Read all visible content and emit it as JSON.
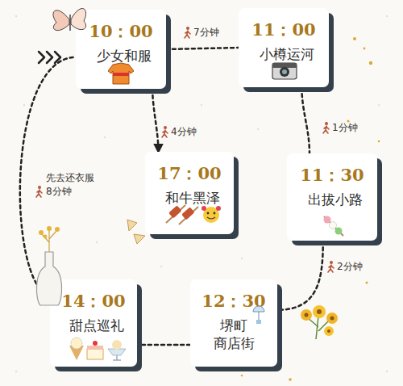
{
  "diagram": {
    "nodes": [
      {
        "text": [
          "10：00",
          "少女和服"
        ]
      },
      {
        "text": [
          "11：00",
          "小樽运河"
        ]
      },
      {
        "text": [
          "11：30",
          "出拔小路"
        ]
      },
      {
        "text": [
          "12：30",
          "堺町 商店街"
        ]
      },
      {
        "text": [
          "14：00",
          "甜点巡礼"
        ]
      },
      {
        "text": [
          "17：00",
          "和牛黑泽"
        ]
      }
    ],
    "edges": [
      {
        "from": 0,
        "to": 1,
        "label": "7分钟",
        "arrow": "none"
      },
      {
        "from": 1,
        "to": 2,
        "label": "1分钟",
        "arrow": "none"
      },
      {
        "from": 2,
        "to": 3,
        "label": "2分钟",
        "arrow": "none"
      },
      {
        "from": 3,
        "to": 4,
        "arrow": "none"
      },
      {
        "from": 4,
        "to": 0,
        "label": "先去还衣服 8分钟",
        "arrow": "none"
      },
      {
        "from": 0,
        "to": 5,
        "label": "4分钟",
        "arrow": "to"
      }
    ]
  }
}
